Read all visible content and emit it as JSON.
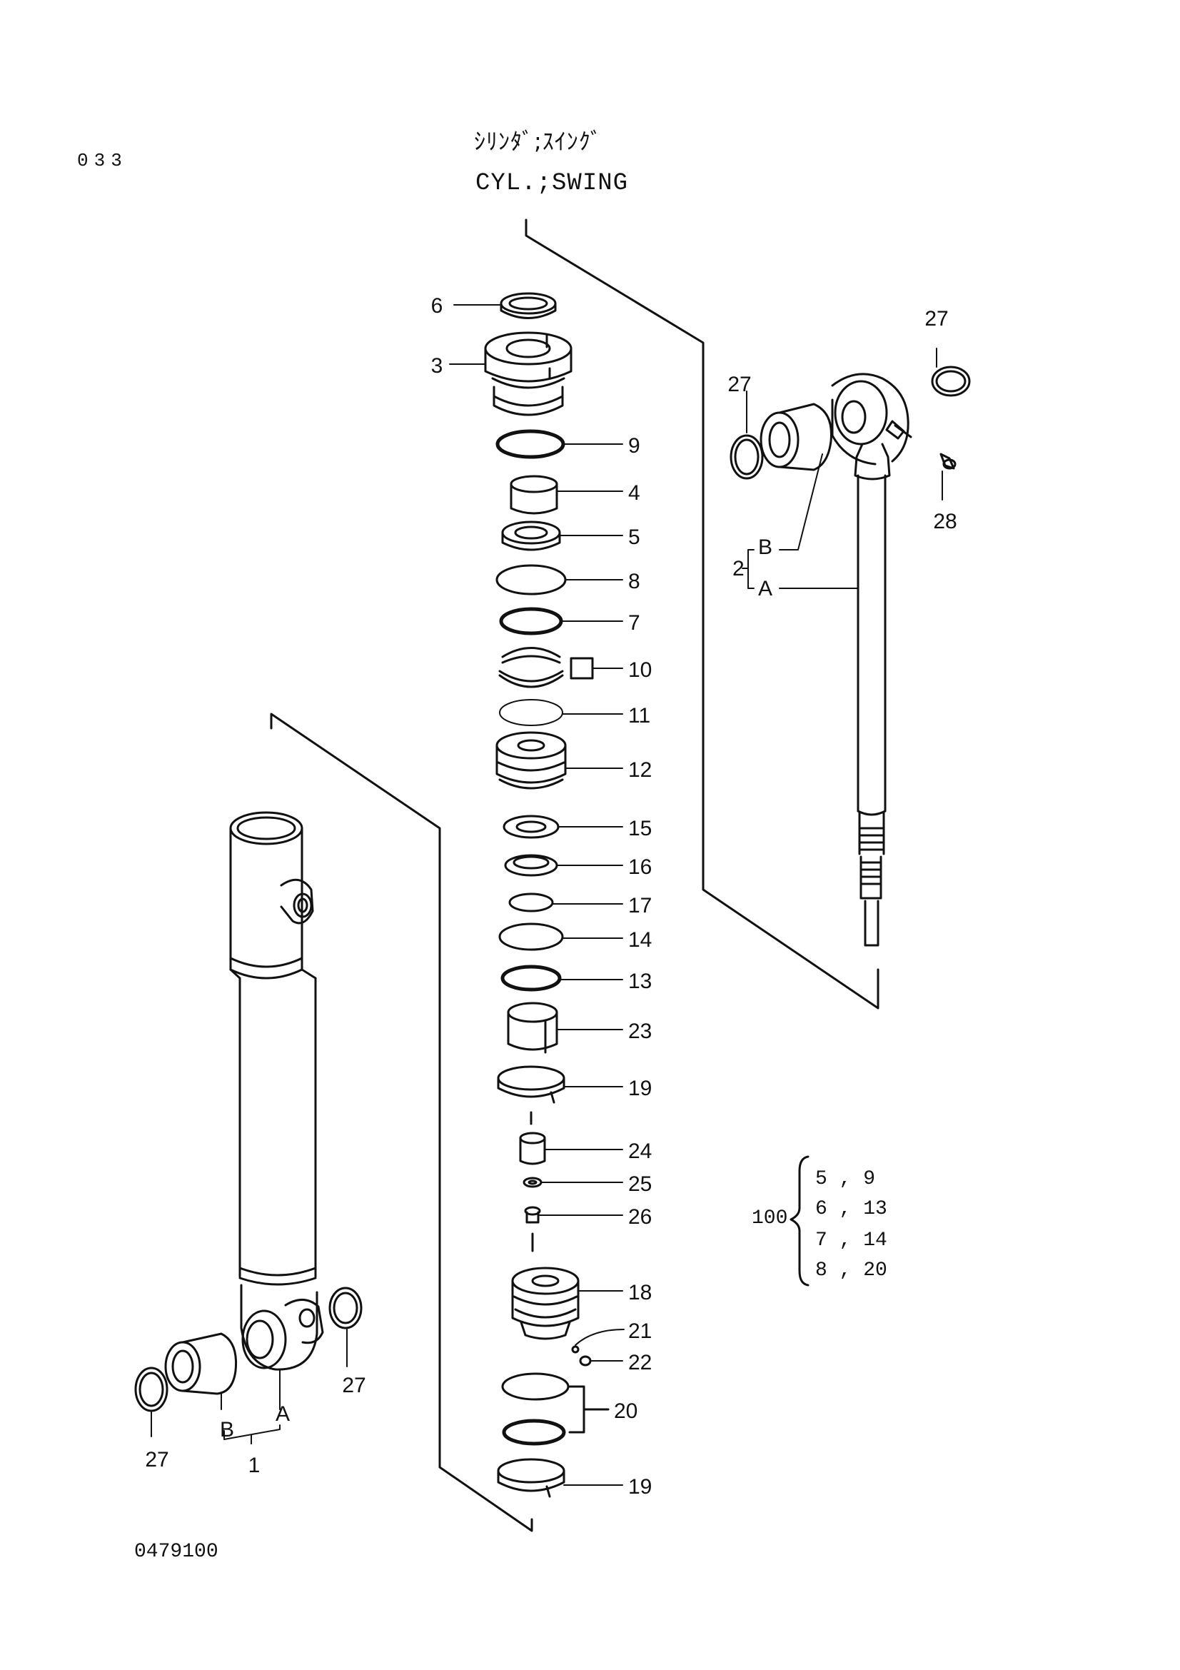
{
  "header": {
    "page_number": "033",
    "title_jp": "ｼﾘﾝﾀﾞ;ｽｲﾝｸﾞ",
    "title_en": "CYL.;SWING"
  },
  "footer": {
    "drawing_number": "0479100"
  },
  "kit": {
    "label": "100",
    "entries": [
      "5 , 9",
      "6 , 13",
      "7 , 14",
      "8 , 20"
    ]
  },
  "callouts": {
    "c6": "6",
    "c3": "3",
    "c9": "9",
    "c4": "4",
    "c5": "5",
    "c8": "8",
    "c7": "7",
    "c10": "10",
    "c11": "11",
    "c12": "12",
    "c15": "15",
    "c16": "16",
    "c17": "17",
    "c14": "14",
    "c13": "13",
    "c23": "23",
    "c19a": "19",
    "c24": "24",
    "c25": "25",
    "c26": "26",
    "c18": "18",
    "c21": "21",
    "c22": "22",
    "c20": "20",
    "c19b": "19",
    "rod_27a": "27",
    "rod_27b": "27",
    "rod_28": "28",
    "rod_2": "2",
    "rod_B": "B",
    "rod_A": "A",
    "tube_27a": "27",
    "tube_27b": "27",
    "tube_B": "B",
    "tube_A": "A",
    "tube_1": "1"
  }
}
